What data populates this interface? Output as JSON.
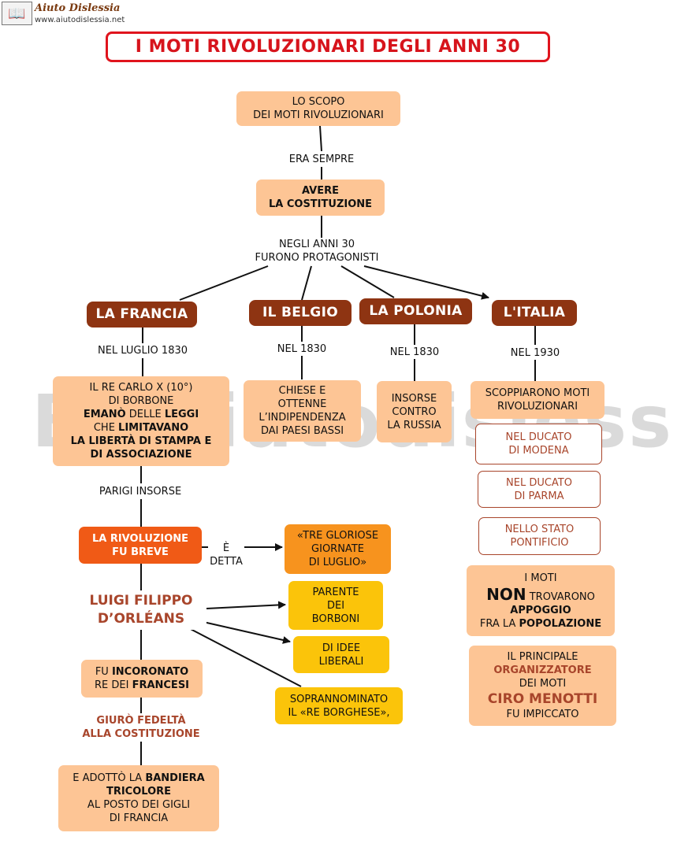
{
  "header": {
    "logo_icon": "book-icon",
    "site_name": "Aiuto Dislessia",
    "site_url": "www.aiutodislessia.net"
  },
  "title": "I MOTI RIVOLUZIONARI DEGLI ANNI 30",
  "watermark": "By aiutodislessia.net",
  "nodes": {
    "scopo": [
      "LO SCOPO",
      "DEI MOTI RIVOLUZIONARI"
    ],
    "costituzione": [
      "AVERE",
      "LA COSTITUZIONE"
    ],
    "francia": "LA FRANCIA",
    "belgio": "IL  BELGIO",
    "polonia": "LA POLONIA",
    "italia": "L'ITALIA",
    "carlo": {
      "l1": "IL RE CARLO X (10°)",
      "l2": "DI BORBONE",
      "l3a": "EMANÒ",
      "l3b": " DELLE ",
      "l3c": "LEGGI",
      "l4a": "CHE ",
      "l4b": "LIMITAVANO",
      "l5": "LA LIBERTÀ DI STAMPA E",
      "l6": "DI ASSOCIAZIONE"
    },
    "belgio_detail": [
      "CHIESE E",
      "OTTENNE",
      "L’INDIPENDENZA",
      "DAI PAESI BASSI"
    ],
    "polonia_detail": [
      "INSORSE",
      "CONTRO",
      "LA RUSSIA"
    ],
    "italia_detail": [
      "SCOPPIARONO MOTI",
      "RIVOLUZIONARI"
    ],
    "modena": [
      "NEL DUCATO",
      "DI MODENA"
    ],
    "parma": [
      "NEL DUCATO",
      "DI PARMA"
    ],
    "pontificio": [
      "NELLO STATO",
      "PONTIFICIO"
    ],
    "moti_non": {
      "l1": "I MOTI",
      "l2a": "NON",
      "l2b": " TROVARONO",
      "l3": "APPOGGIO",
      "l4a": "FRA LA ",
      "l4b": "POPOLAZIONE"
    },
    "menotti": {
      "l1": "IL PRINCIPALE",
      "l2": "ORGANIZZATORE",
      "l3": "DEI MOTI",
      "l4": "CIRO MENOTTI",
      "l5": "FU IMPICCATO"
    },
    "rivoluzione": [
      "LA RIVOLUZIONE",
      "FU BREVE"
    ],
    "gloriose": [
      "«TRE GLORIOSE",
      "GIORNATE",
      "DI LUGLIO»"
    ],
    "luigi": [
      "LUIGI FILIPPO",
      "D’ORLÉANS"
    ],
    "parente": [
      "PARENTE",
      "DEI",
      "BORBONI"
    ],
    "idee": [
      "DI IDEE",
      "LIBERALI"
    ],
    "borghese": [
      "SOPRANNOMINATO",
      "IL «RE BORGHESE»,"
    ],
    "incoronato": {
      "l1a": "FU ",
      "l1b": "INCORONATO",
      "l2a": "RE DEI ",
      "l2b": "FRANCESI"
    },
    "fedelta": [
      "GIURÒ FEDELTÀ",
      "ALLA COSTITUZIONE"
    ],
    "bandiera": {
      "l1a": "E ADOTTÒ LA ",
      "l1b": "BANDIERA",
      "l2": "TRICOLORE",
      "l3": "AL POSTO DEI GIGLI",
      "l4": "DI FRANCIA"
    }
  },
  "connectors": {
    "era_sempre": "ERA SEMPRE",
    "negli_anni": [
      "NEGLI ANNI 30",
      "FURONO PROTAGONISTI"
    ],
    "luglio_1830": "NEL LUGLIO 1830",
    "belgio_1830": "NEL 1830",
    "polonia_1830": "NEL 1830",
    "italia_1930": "NEL 1930",
    "parigi": "PARIGI INSORSE",
    "e_detta": "È DETTA"
  },
  "colors": {
    "title_red": "#e0141d",
    "peach": "#fdc595",
    "brown": "#8e3412",
    "orange_dark": "#f05a16",
    "orange": "#f7931e",
    "yellow": "#fbc40a",
    "rust": "#a8452b"
  }
}
